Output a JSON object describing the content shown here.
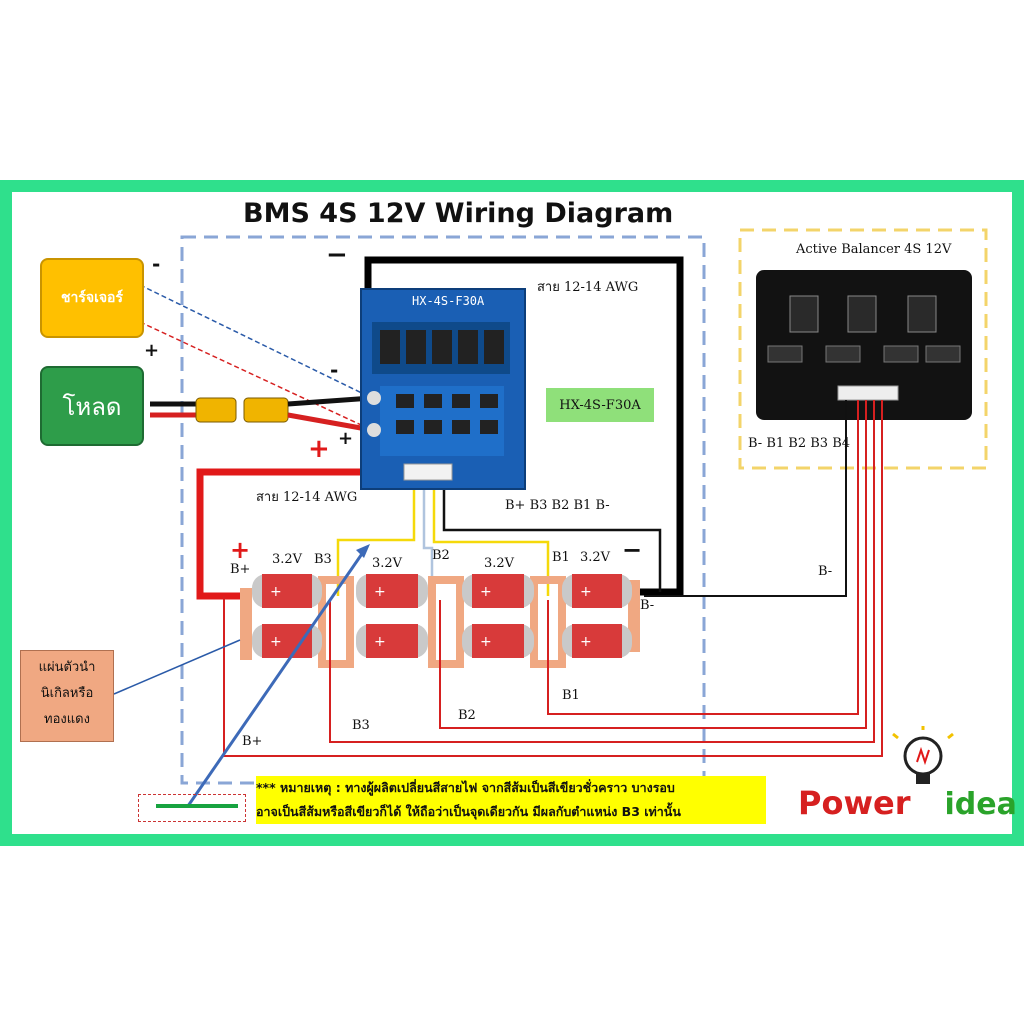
{
  "title": "BMS 4S 12V Wiring Diagram",
  "charger_label": "ชาร์จเจอร์",
  "load_label": "โหลด",
  "bms_model": "HX-4S-F30A",
  "bms_board_text": "HX-4S-F30A",
  "wire_gauge_top": "สาย 12-14 AWG",
  "wire_gauge_left": "สาย 12-14 AWG",
  "bms_pins_label": "B+ B3 B2 B1 B-",
  "balancer_title": "Active Balancer 4S 12V",
  "balancer_pins_label": "B- B1 B2 B3 B4",
  "cell_voltages": [
    "3.2V",
    "3.2V",
    "3.2V",
    "3.2V"
  ],
  "node_labels": {
    "b_plus_top": "B+",
    "b3_top": "B3",
    "b2_top": "B2",
    "b1_top": "B1",
    "b_minus_right": "B-",
    "b_minus_wire": "B-",
    "b1_bottom": "B1",
    "b2_bottom": "B2",
    "b3_bottom": "B3",
    "b_plus_bottom": "B+"
  },
  "signs": {
    "charger_minus": "-",
    "charger_plus": "+",
    "load_minus": "-",
    "load_plus": "+",
    "bms_minus": "−",
    "bms_plus": "+",
    "pack_plus": "+",
    "pack_minus": "−"
  },
  "nickel_strip_note": [
    "แผ่นตัวนำ",
    "นิเกิลหรือ",
    "ทองแดง"
  ],
  "remark_lines": [
    "*** หมายเหตุ :  ทางผู้ผลิตเปลี่ยนสีสายไฟ จากสีส้มเป็นสีเขียวชั่วคราว บางรอบ",
    "อาจเป็นสีส้มหรือสีเขียวก็ได้  ให้ถือว่าเป็นจุดเดียวกัน  มีผลกับตำแหน่ง B3 เท่านั้น"
  ],
  "logo": {
    "word1": "Power",
    "word2": "idea"
  },
  "colors": {
    "frame": "#2fe08c",
    "charger": "#ffc000",
    "load": "#2e9d4a",
    "bms_board": "#1a5fb4",
    "balancer_board": "#121212",
    "positive_wire": "#e11919",
    "negative_wire": "#000000",
    "b1_wire": "#c0392b",
    "b2_wire": "#b0c4de",
    "b3_wire": "#f5d90a",
    "nickel_strip": "#f0a882",
    "note_highlight": "#ffff00"
  }
}
